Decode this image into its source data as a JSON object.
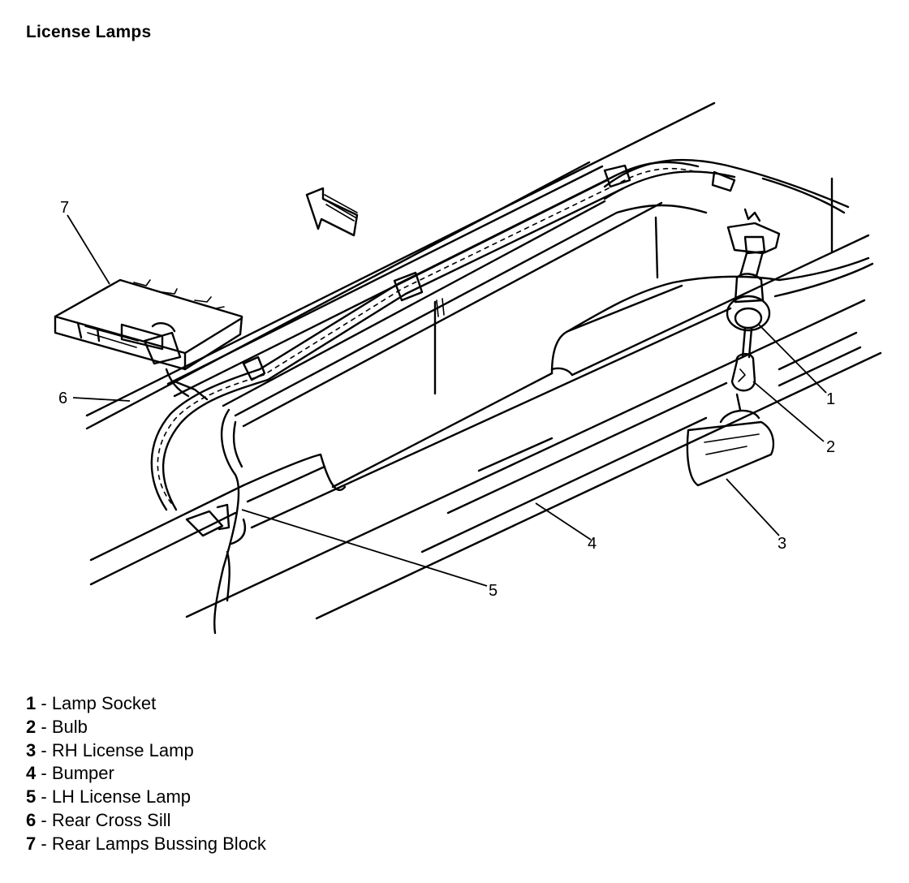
{
  "title": "License Lamps",
  "callouts": [
    {
      "num": "1",
      "label": "Lamp Socket"
    },
    {
      "num": "2",
      "label": "Bulb"
    },
    {
      "num": "3",
      "label": "RH License Lamp"
    },
    {
      "num": "4",
      "label": "Bumper"
    },
    {
      "num": "5",
      "label": "LH License Lamp"
    },
    {
      "num": "6",
      "label": "Rear Cross Sill"
    },
    {
      "num": "7",
      "label": "Rear Lamps Bussing Block"
    }
  ],
  "legend_separator": " - "
}
